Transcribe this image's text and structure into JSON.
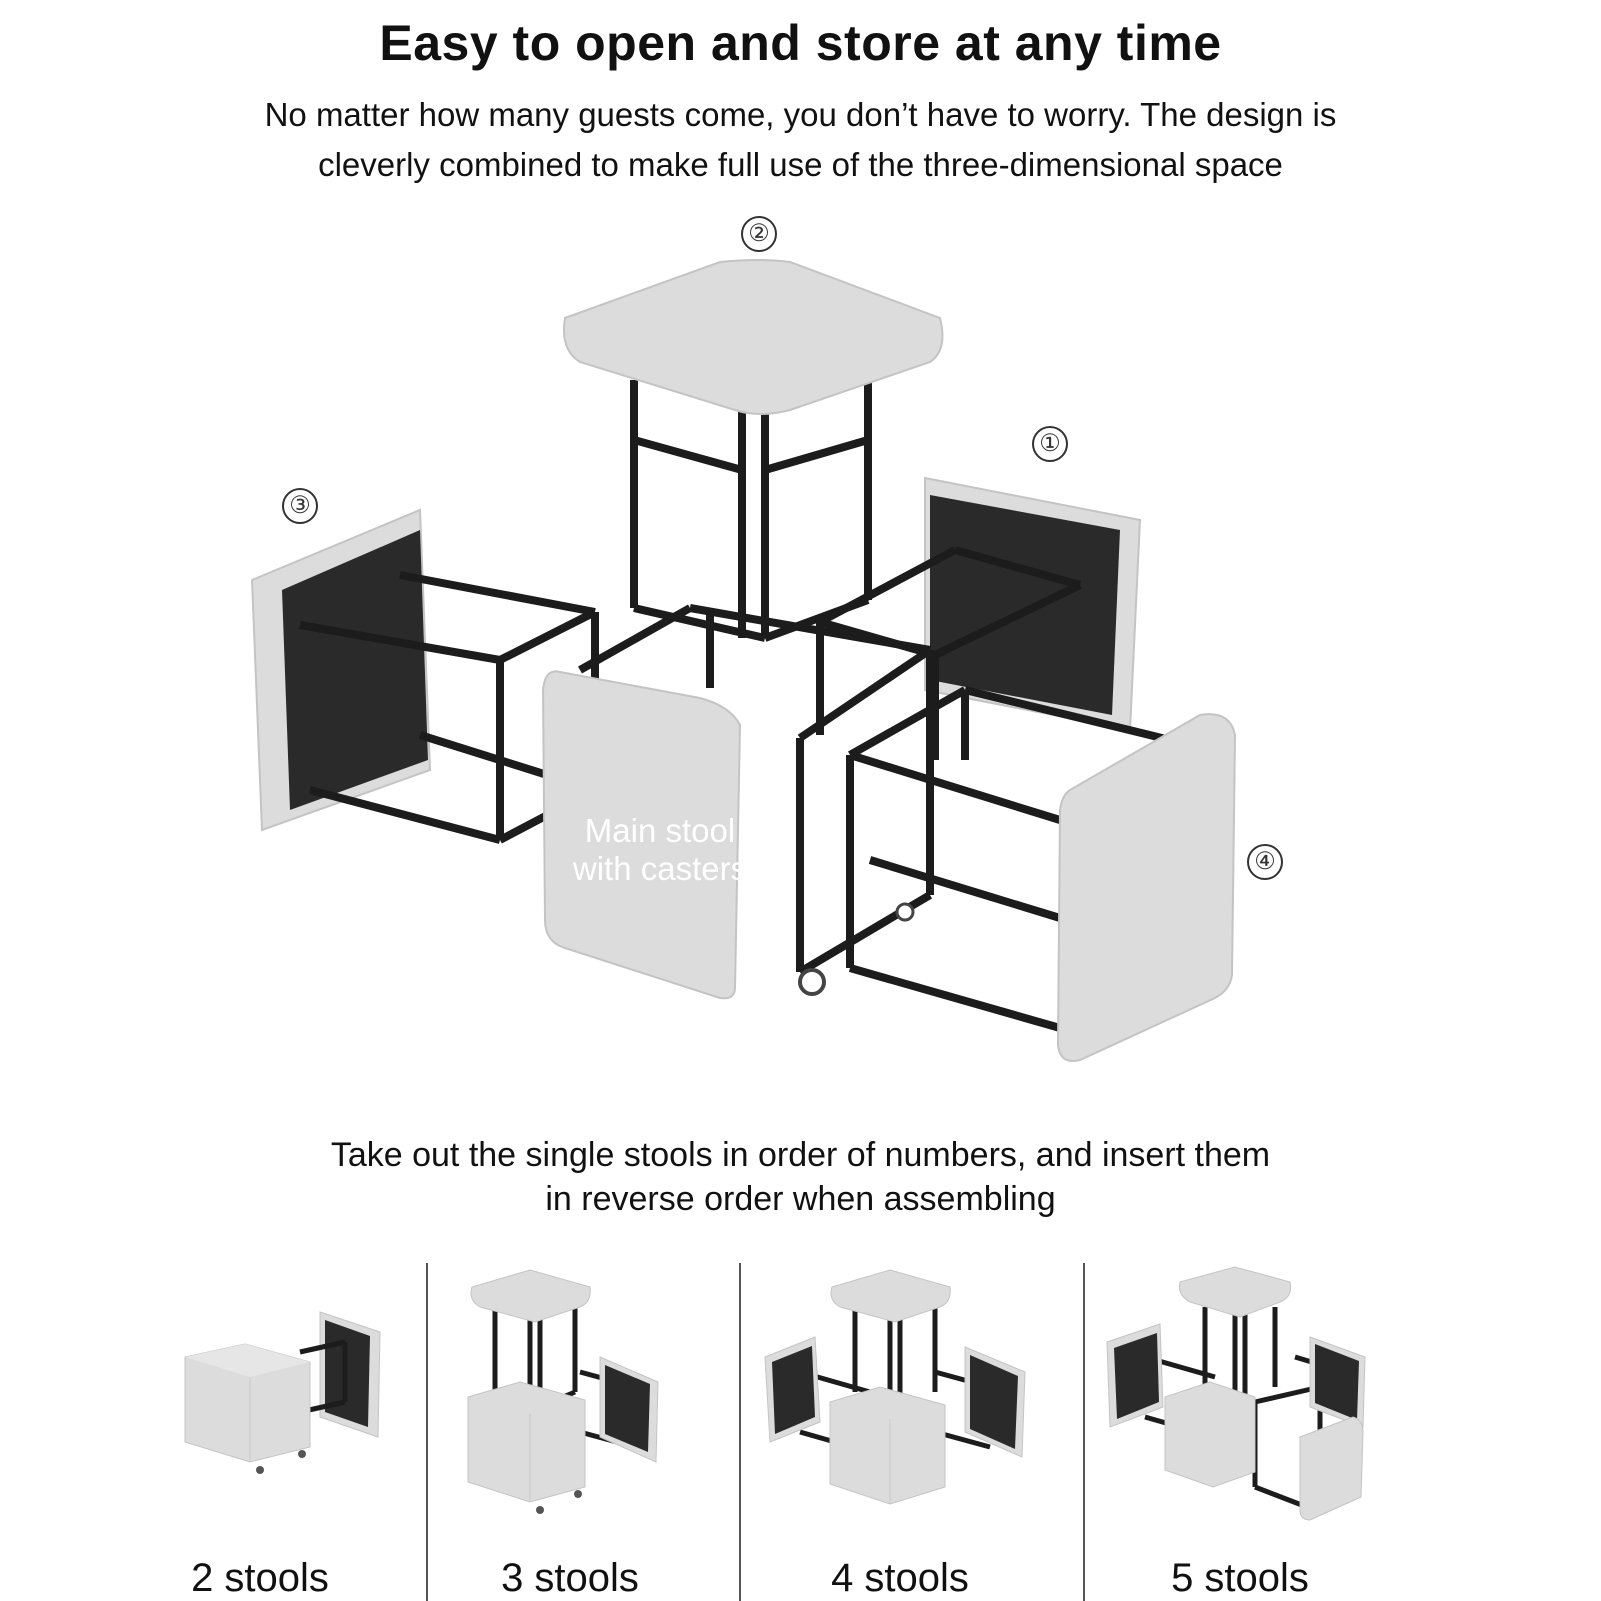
{
  "header": {
    "title": "Easy to open and store at any time",
    "subtitle_line1": "No matter how many guests come, you don’t have to worry. The design is",
    "subtitle_line2": "cleverly combined to make full use of the three-dimensional space"
  },
  "hero": {
    "main_label_line1": "Main stool",
    "main_label_line2": "with casters",
    "markers": [
      "②",
      "①",
      "③",
      "④"
    ]
  },
  "instructions": {
    "line1": "Take out the single stools in order of numbers, and insert them",
    "line2": "in reverse order when assembling"
  },
  "configurations": [
    {
      "label": "2 stools"
    },
    {
      "label": "3 stools"
    },
    {
      "label": "4 stools"
    },
    {
      "label": "5 stools"
    }
  ],
  "colors": {
    "cushion": "#dcdcdc",
    "cushion_edge": "#c4c4c4",
    "frame": "#1c1c1c",
    "underside": "#2a2a2a"
  }
}
